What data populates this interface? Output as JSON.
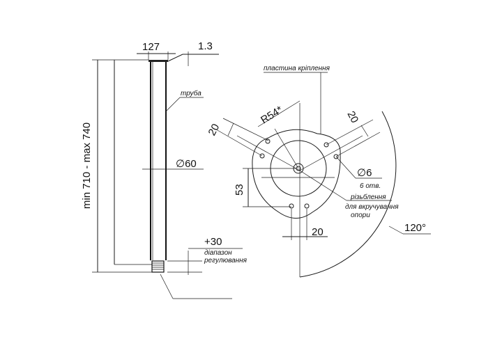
{
  "drawing": {
    "dimensions": {
      "pipe_width": "127",
      "wall": "1.3",
      "height_range": "min 710 - max 740",
      "diameter": "∅60",
      "adjust": "+30",
      "radius": "R54*",
      "offset_left": "20",
      "offset_right": "20",
      "hole_spacing_v": "53",
      "hole_spacing_h": "20",
      "hole_diameter": "∅6",
      "angle": "120°"
    },
    "labels": {
      "pipe": "труба",
      "plate": "пластина кріплення",
      "holes_count": "6 отв.",
      "range_line1": "діапазон",
      "range_line2": "регулювання",
      "thread_line1": "різьблення",
      "thread_line2": "для вкручування",
      "thread_line3": "опори"
    }
  }
}
